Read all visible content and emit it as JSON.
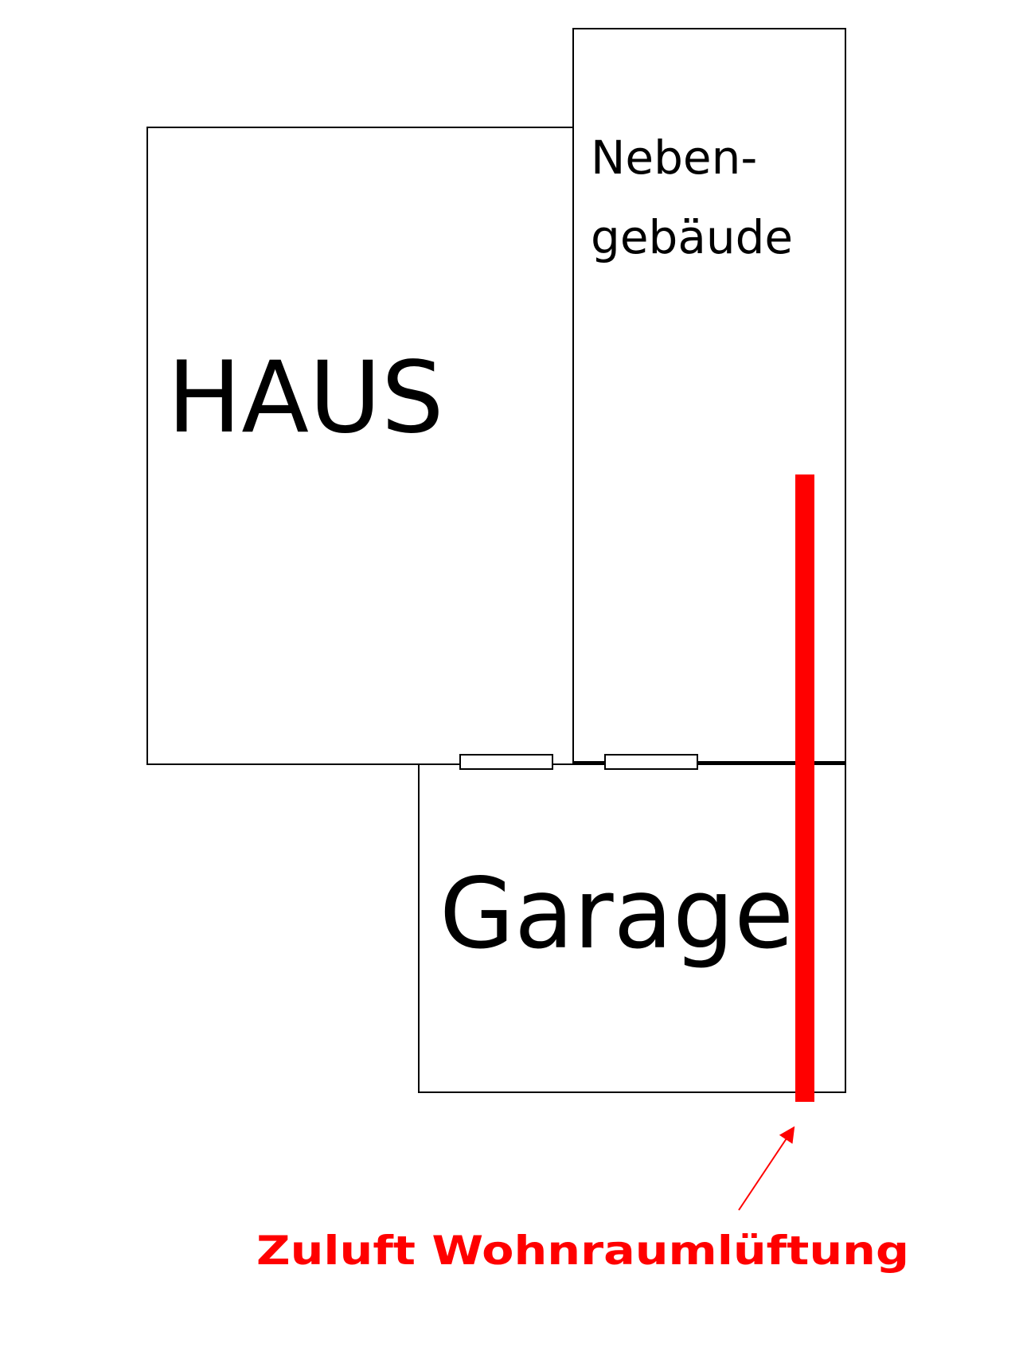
{
  "buildings": {
    "haus": "HAUS",
    "nebengebaeude_line1": "Neben-",
    "nebengebaeude_line2": "gebäude",
    "garage": "Garage"
  },
  "annotation": {
    "label": "Zuluft Wohnraumlüftung"
  },
  "colors": {
    "outline": "#000000",
    "accent": "#ff0000",
    "background": "#ffffff"
  }
}
